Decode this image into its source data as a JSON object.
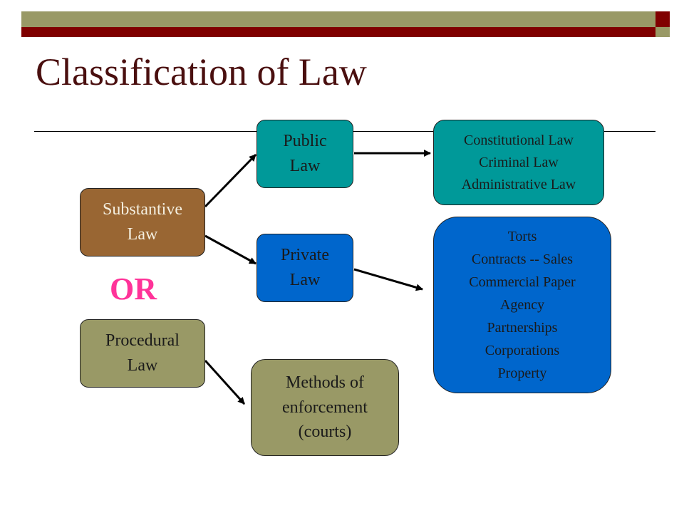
{
  "title": "Classification of Law",
  "boxes": {
    "substantive": [
      "Substantive",
      "Law"
    ],
    "procedural": [
      "Procedural",
      "Law"
    ],
    "public": [
      "Public",
      "Law"
    ],
    "private": [
      "Private",
      "Law"
    ],
    "methods": [
      "Methods of",
      "enforcement",
      "(courts)"
    ],
    "public_list": [
      "Constitutional Law",
      "Criminal Law",
      "Administrative Law"
    ],
    "private_list": [
      "Torts",
      "Contracts -- Sales",
      "Commercial Paper",
      "Agency",
      "Partnerships",
      "Corporations",
      "Property"
    ]
  },
  "or_label": "OR",
  "colors": {
    "title": "#4a0f0f",
    "top_bar_olive": "#999966",
    "top_bar_maroon": "#800000",
    "substantive": "#996633",
    "procedural_and_methods": "#999966",
    "public": "#009999",
    "private": "#0066cc",
    "or": "#ff3399"
  }
}
